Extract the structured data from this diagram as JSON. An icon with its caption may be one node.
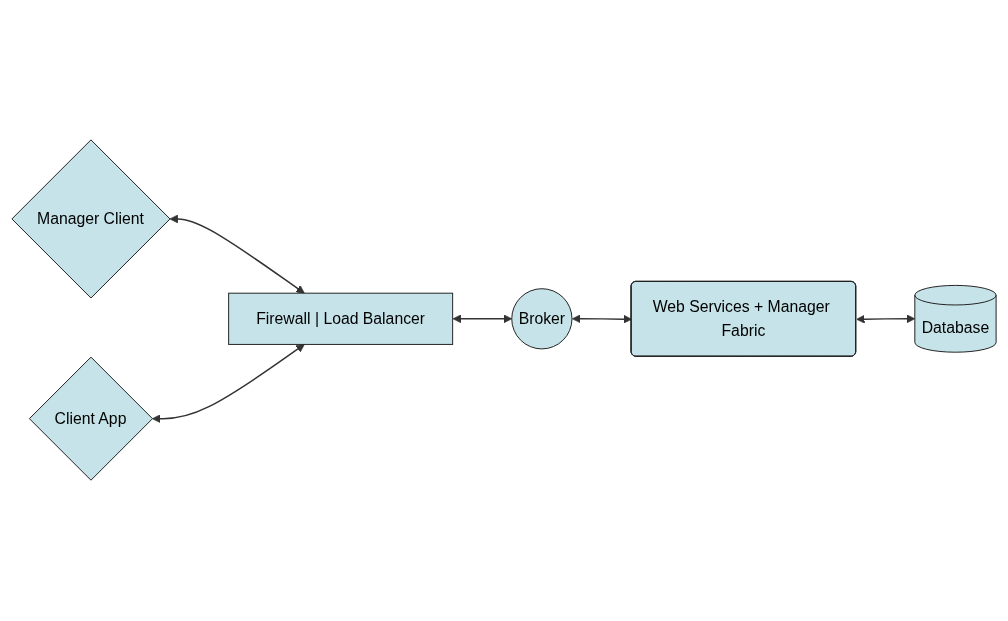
{
  "diagram": {
    "nodes": [
      {
        "text": [
          "Manager Client"
        ]
      },
      {
        "text": [
          "Client App"
        ]
      },
      {
        "text": [
          "Firewall | Load Balancer"
        ]
      },
      {
        "text": [
          "Broker"
        ]
      },
      {
        "text": [
          "Web Services + Manager Fabric"
        ]
      },
      {
        "text": [
          "Database"
        ]
      }
    ],
    "edges": [
      {
        "from": 0,
        "to": 2,
        "arrow": "both"
      },
      {
        "from": 1,
        "to": 2,
        "arrow": "both"
      },
      {
        "from": 2,
        "to": 3,
        "arrow": "both"
      },
      {
        "from": 3,
        "to": 4,
        "arrow": "both"
      },
      {
        "from": 4,
        "to": 5,
        "arrow": "both"
      }
    ]
  }
}
